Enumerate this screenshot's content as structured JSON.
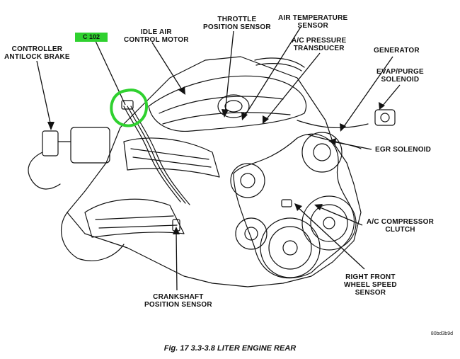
{
  "labels": {
    "controller_antilock_brake": [
      "CONTROLLER",
      "ANTILOCK BRAKE"
    ],
    "idle_air_control_motor": [
      "IDLE AIR",
      "CONTROL MOTOR"
    ],
    "throttle_position_sensor": [
      "THROTTLE",
      "POSITION SENSOR"
    ],
    "air_temperature_sensor": [
      "AIR TEMPERATURE",
      "SENSOR"
    ],
    "ac_pressure_transducer": [
      "A/C PRESSURE",
      "TRANSDUCER"
    ],
    "generator": [
      "GENERATOR"
    ],
    "evap_purge_solenoid": [
      "EVAP/PURGE",
      "SOLENOID"
    ],
    "egr_solenoid": [
      "EGR SOLENOID"
    ],
    "ac_compressor_clutch": [
      "A/C COMPRESSOR",
      "CLUTCH"
    ],
    "right_front_wheel_speed_sensor": [
      "RIGHT FRONT",
      "WHEEL SPEED",
      "SENSOR"
    ],
    "crankshaft_position_sensor": [
      "CRANKSHAFT",
      "POSITION SENSOR"
    ]
  },
  "connector_tag": "C 102",
  "highlight_color": "#2fd12f",
  "caption": "Fig. 17 3.3-3.8 LITER ENGINE REAR",
  "reference_code": "80bd3b9d"
}
